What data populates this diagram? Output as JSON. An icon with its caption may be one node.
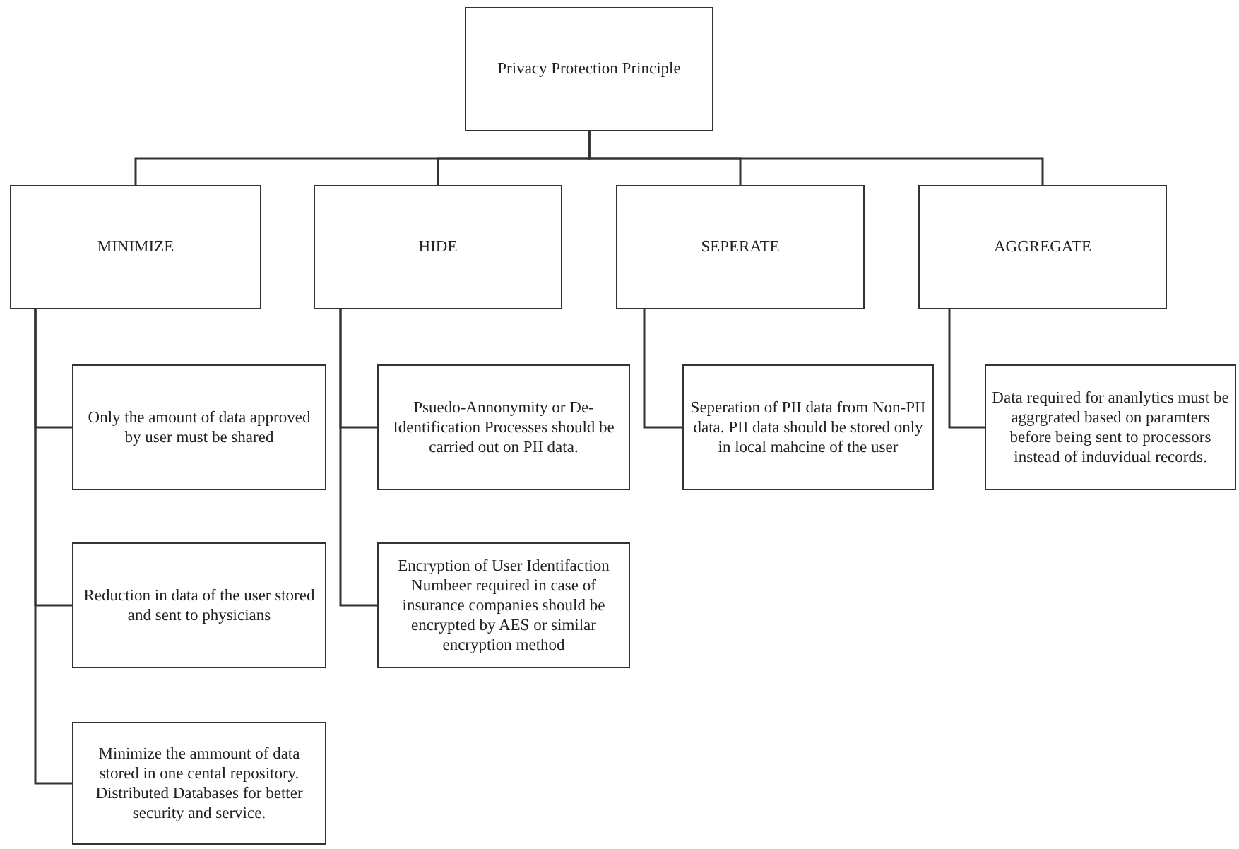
{
  "diagram": {
    "nodes": [
      {
        "text": [
          "Privacy Protection Principle"
        ]
      },
      {
        "text": [
          "MINIMIZE"
        ]
      },
      {
        "text": [
          "HIDE"
        ]
      },
      {
        "text": [
          "SEPERATE"
        ]
      },
      {
        "text": [
          "AGGREGATE"
        ]
      },
      {
        "text": [
          "Only the amount of data approved by user must be shared"
        ]
      },
      {
        "text": [
          "Reduction in data of the user stored and sent to physicians"
        ]
      },
      {
        "text": [
          "Minimize the ammount of data stored in one cental repository. Distributed Databases for better security and service."
        ]
      },
      {
        "text": [
          "Psuedo-Annonymity or De-Identification Processes should be carried out on PII data."
        ]
      },
      {
        "text": [
          "Encryption of User Identifaction Numbeer required in case of insurance companies should be encrypted by AES or similar encryption method"
        ]
      },
      {
        "text": [
          "Seperation of PII data from Non-PII data. PII data should be stored only in local mahcine of the user"
        ]
      },
      {
        "text": [
          "Data required for ananlytics must be aggrgrated based on paramters before being sent to processors instead of induvidual records."
        ]
      }
    ],
    "edges": [
      {
        "from": 0,
        "to": 1,
        "arrow": "none"
      },
      {
        "from": 0,
        "to": 2,
        "arrow": "none"
      },
      {
        "from": 0,
        "to": 3,
        "arrow": "none"
      },
      {
        "from": 0,
        "to": 4,
        "arrow": "none"
      },
      {
        "from": 1,
        "to": 5,
        "arrow": "none"
      },
      {
        "from": 1,
        "to": 6,
        "arrow": "none"
      },
      {
        "from": 1,
        "to": 7,
        "arrow": "none"
      },
      {
        "from": 2,
        "to": 8,
        "arrow": "none"
      },
      {
        "from": 2,
        "to": 9,
        "arrow": "none"
      },
      {
        "from": 3,
        "to": 10,
        "arrow": "none"
      },
      {
        "from": 4,
        "to": 11,
        "arrow": "none"
      }
    ]
  }
}
